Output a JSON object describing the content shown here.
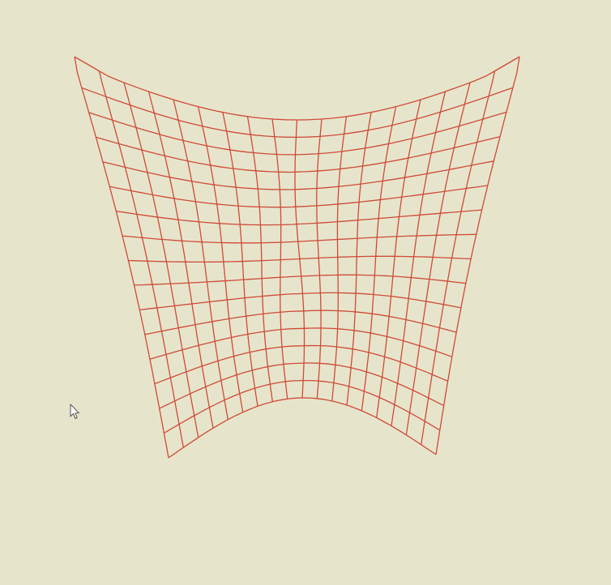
{
  "canvas": {
    "background_color": "#e6e5cc"
  },
  "mesh": {
    "line_color": "#d04a36",
    "columns": 18,
    "rows": 16,
    "deformation": "warped-grid"
  },
  "cursor": {
    "icon": "arrow-pointer-icon",
    "color": "#ffffff",
    "outline_color": "#555555"
  }
}
